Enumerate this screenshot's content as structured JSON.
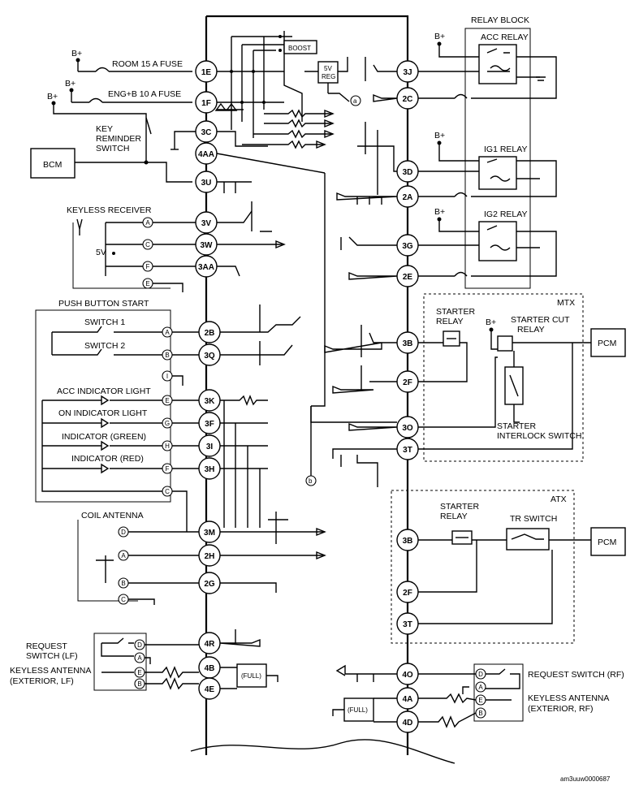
{
  "labels": {
    "room_fuse": "ROOM 15 A FUSE",
    "eng_fuse": "ENG+B 10 A FUSE",
    "boost": "BOOST",
    "reg_1": "5V",
    "reg_2": "REG",
    "key_reminder_1": "KEY",
    "key_reminder_2": "REMINDER",
    "key_reminder_3": "SWITCH",
    "bcm": "BCM",
    "keyless_receiver": "KEYLESS RECEIVER",
    "five_v": "5V",
    "push_button_start": "PUSH BUTTON START",
    "switch1": "SWITCH 1",
    "switch2": "SWITCH 2",
    "acc_indicator": "ACC INDICATOR LIGHT",
    "on_indicator": "ON INDICATOR LIGHT",
    "indicator_green": "INDICATOR (GREEN)",
    "indicator_red": "INDICATOR (RED)",
    "coil_antenna": "COIL ANTENNA",
    "request_lf_1": "REQUEST",
    "request_lf_2": "SWITCH (LF)",
    "keyless_lf_1": "KEYLESS ANTENNA",
    "keyless_lf_2": "(EXTERIOR, LF)",
    "full": "(FULL)",
    "relay_block": "RELAY BLOCK",
    "acc_relay": "ACC RELAY",
    "ig1_relay": "IG1 RELAY",
    "ig2_relay": "IG2 RELAY",
    "b_plus": "B+",
    "mtx": "MTX",
    "atx": "ATX",
    "starter_relay_1": "STARTER",
    "starter_relay_2": "RELAY",
    "atx_starter_1": "STARTER",
    "atx_starter_2": "RELAY",
    "starter_cut_1": "STARTER CUT",
    "starter_cut_2": "RELAY",
    "starter_interlock_1": "STARTER",
    "starter_interlock_2": "INTERLOCK SWITCH",
    "pcm": "PCM",
    "tr_switch": "TR SWITCH",
    "request_rf": "REQUEST SWITCH (RF)",
    "keyless_rf_1": "KEYLESS ANTENNA",
    "keyless_rf_2": "(EXTERIOR, RF)",
    "ref_a": "a",
    "ref_b": "b",
    "footer_code": "am3uuw0000687"
  },
  "left_terminals": [
    "1E",
    "1F",
    "3C",
    "4AA",
    "3U",
    "3V",
    "3W",
    "3AA",
    "2B",
    "3Q",
    "3K",
    "3F",
    "3I",
    "3H",
    "3M",
    "2H",
    "2G",
    "4R",
    "4B",
    "4E"
  ],
  "right_terminals": [
    "3J",
    "2C",
    "3D",
    "2A",
    "3G",
    "2E",
    "3B",
    "2F",
    "3O",
    "3T",
    "3B",
    "2F",
    "3T",
    "4O",
    "4A",
    "4D"
  ],
  "keyless_receiver_pins": [
    "A",
    "C",
    "F",
    "E"
  ],
  "push_button_pins": [
    "A",
    "B",
    "I",
    "E",
    "G",
    "H",
    "F",
    "C"
  ],
  "coil_antenna_pins": [
    "D",
    "A",
    "B",
    "C"
  ],
  "lf_pins": [
    "D",
    "A",
    "E",
    "B"
  ],
  "rf_pins": [
    "D",
    "A",
    "E",
    "B"
  ]
}
